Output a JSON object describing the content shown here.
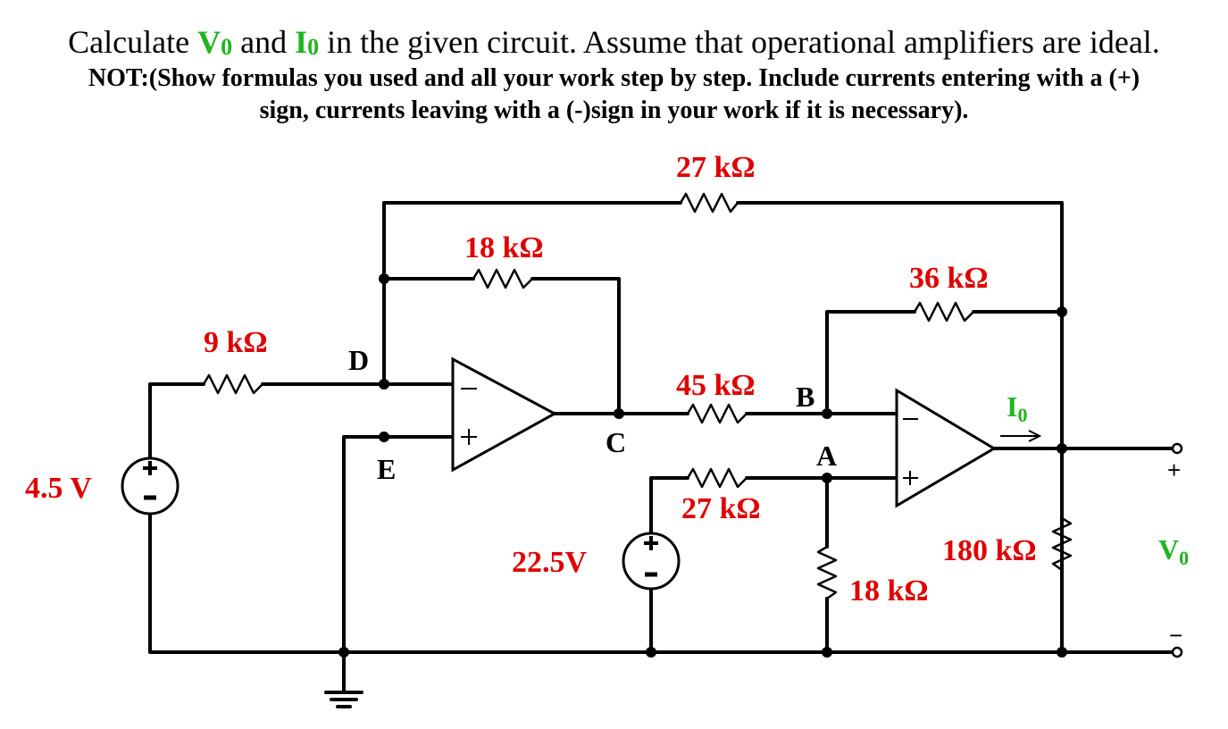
{
  "question": {
    "line1_pre": "Calculate ",
    "vo": "V",
    "vo_sub": "0",
    "line1_mid": " and ",
    "io": "I",
    "io_sub": "0",
    "line1_post": " in the given circuit. Assume that operational amplifiers are ideal.",
    "line2": "NOT:(Show formulas you used and all your work step by step. Include currents entering with a (+)",
    "line3": "sign, currents leaving with a (-)sign in  your work if it is necessary)."
  },
  "components": {
    "r_top": "27 kΩ",
    "r_fb1": "18 kΩ",
    "r_in": "9 kΩ",
    "r_mid": "45 kΩ",
    "r_a": "27 kΩ",
    "r_fb2": "36 kΩ",
    "r_gnd": "18 kΩ",
    "r_load": "180 kΩ",
    "v_src1": "4.5 V",
    "v_src2": "22.5V"
  },
  "nodes": {
    "a": "A",
    "b": "B",
    "c": "C",
    "d": "D",
    "e": "E"
  },
  "output": {
    "io": "I",
    "io_sub": "0",
    "vo": "V",
    "vo_sub": "0",
    "plus": "+",
    "minus": "−"
  },
  "colors": {
    "value_red": "#e00000",
    "label_green": "#1fb51f",
    "wire": "#000000"
  }
}
